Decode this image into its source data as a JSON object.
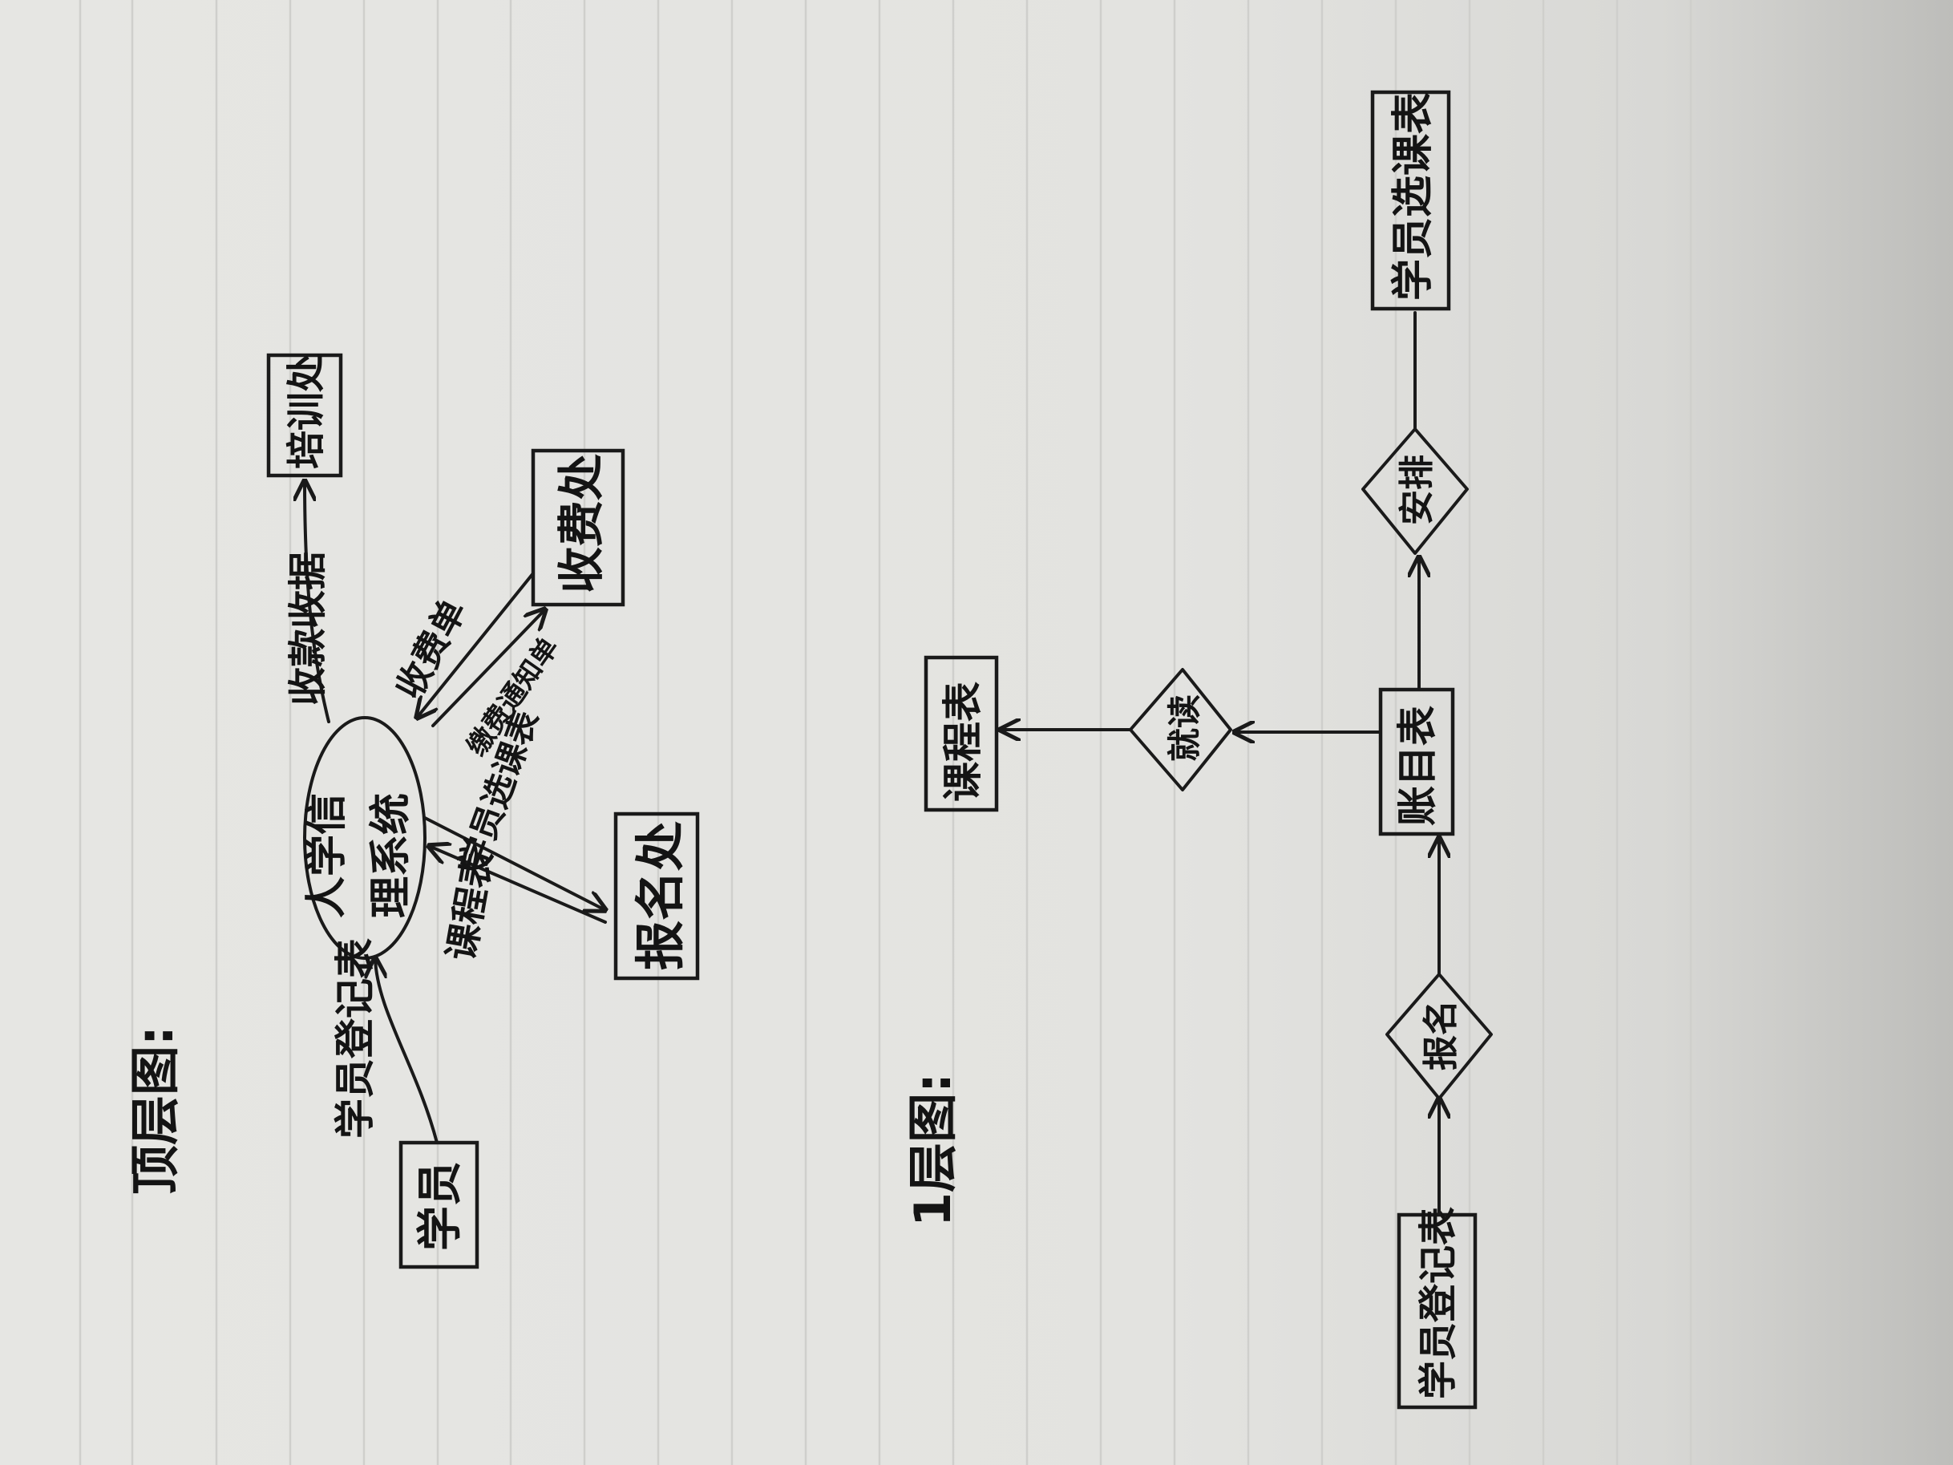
{
  "top_diagram": {
    "title": "顶层图:",
    "process": {
      "line1": "人学信",
      "line2": "理系统"
    },
    "entities": {
      "student": "学员",
      "training": "培训处",
      "cashier": "收费处",
      "registration": "报名处"
    },
    "flows": {
      "registration_record": "学员登记表",
      "data_collection": "收款收据",
      "receipt": "收费单",
      "payment_notice": "缴费通知单",
      "course_selection": "学员选课表",
      "schedule": "课程表"
    }
  },
  "level1_diagram": {
    "title": "1层图:",
    "entities": {
      "student_record": "学员登记表",
      "account": "账目表",
      "schedule": "课程表",
      "course_selection": "学员选课表"
    },
    "decisions": {
      "register": "报名",
      "attend": "就读",
      "arrange": "安排"
    }
  },
  "colors": {
    "paper": "#e4e4e1",
    "rule_line": "#cfcfcc",
    "ink": "#1a1a1a"
  }
}
